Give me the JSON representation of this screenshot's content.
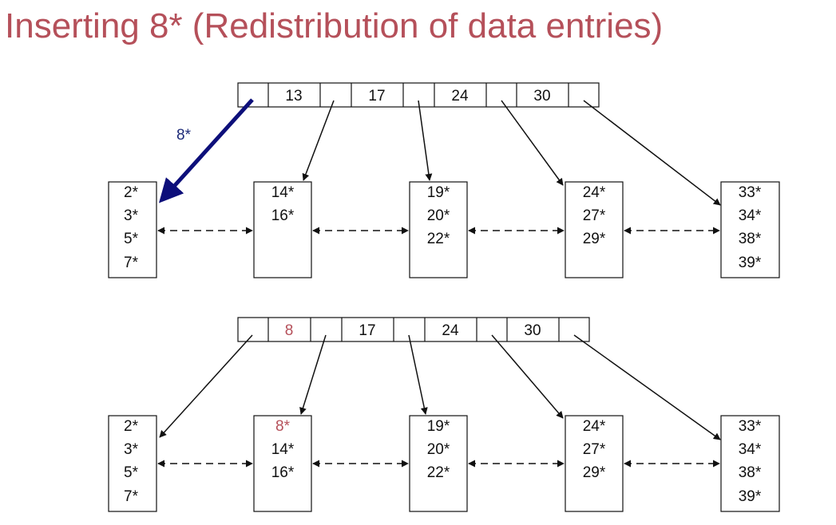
{
  "title": "Inserting 8* (Redistribution of data entries)",
  "colors": {
    "title": "#b5505a",
    "highlight": "#b5505a",
    "insert_arrow": "#0d0f7a",
    "ink": "#111111"
  },
  "insert_label": "8*",
  "before": {
    "keys": [
      "13",
      "17",
      "24",
      "30"
    ],
    "leaves": [
      [
        "2*",
        "3*",
        "5*",
        "7*"
      ],
      [
        "14*",
        "16*"
      ],
      [
        "19*",
        "20*",
        "22*"
      ],
      [
        "24*",
        "27*",
        "29*"
      ],
      [
        "33*",
        "34*",
        "38*",
        "39*"
      ]
    ]
  },
  "after": {
    "keys": [
      "8",
      "17",
      "24",
      "30"
    ],
    "leaves": [
      [
        "2*",
        "3*",
        "5*",
        "7*"
      ],
      [
        "8*",
        "14*",
        "16*"
      ],
      [
        "19*",
        "20*",
        "22*"
      ],
      [
        "24*",
        "27*",
        "29*"
      ],
      [
        "33*",
        "34*",
        "38*",
        "39*"
      ]
    ]
  }
}
